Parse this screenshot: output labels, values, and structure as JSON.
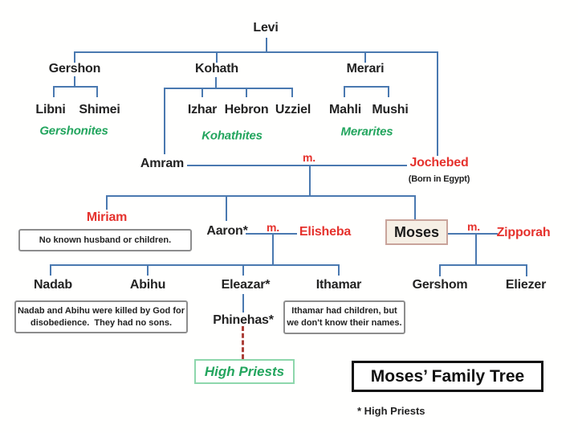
{
  "people": {
    "levi": "Levi",
    "gershon": "Gershon",
    "kohath": "Kohath",
    "merari": "Merari",
    "libni": "Libni",
    "shimei": "Shimei",
    "izhar": "Izhar",
    "hebron": "Hebron",
    "uzziel": "Uzziel",
    "mahli": "Mahli",
    "mushi": "Mushi",
    "amram": "Amram",
    "jochebed": "Jochebed",
    "miriam": "Miriam",
    "aaron": "Aaron*",
    "elisheba": "Elisheba",
    "moses": "Moses",
    "zipporah": "Zipporah",
    "nadab": "Nadab",
    "abihu": "Abihu",
    "eleazar": "Eleazar*",
    "ithamar": "Ithamar",
    "gershom": "Gershom",
    "eliezer": "Eliezer",
    "phinehas": "Phinehas*"
  },
  "tribes": {
    "gershonites": "Gershonites",
    "kohathites": "Kohathites",
    "merarites": "Merarites"
  },
  "marriage_marker": "m.",
  "notes": {
    "jochebed_birth": "(Born in Egypt)",
    "miriam": "No known husband or children.",
    "nadab_abihu_line1": "Nadab and Abihu were killed by God for",
    "nadab_abihu_line2": "disobedience.  They had no sons.",
    "ithamar_line1": "Ithamar had children, but",
    "ithamar_line2": "we don't know their names.",
    "high_priests": "High Priests"
  },
  "title": "Moses’ Family Tree",
  "legend": "* High Priests",
  "colors": {
    "line_blue": "#4a79b0",
    "name_red": "#e5322d",
    "tribe_green": "#23a55e",
    "dashed_red": "#ab3f38",
    "moses_box_bg": "#f6efe5",
    "moses_box_border": "#c9a49b",
    "high_priests_border": "#8ed7ac"
  }
}
